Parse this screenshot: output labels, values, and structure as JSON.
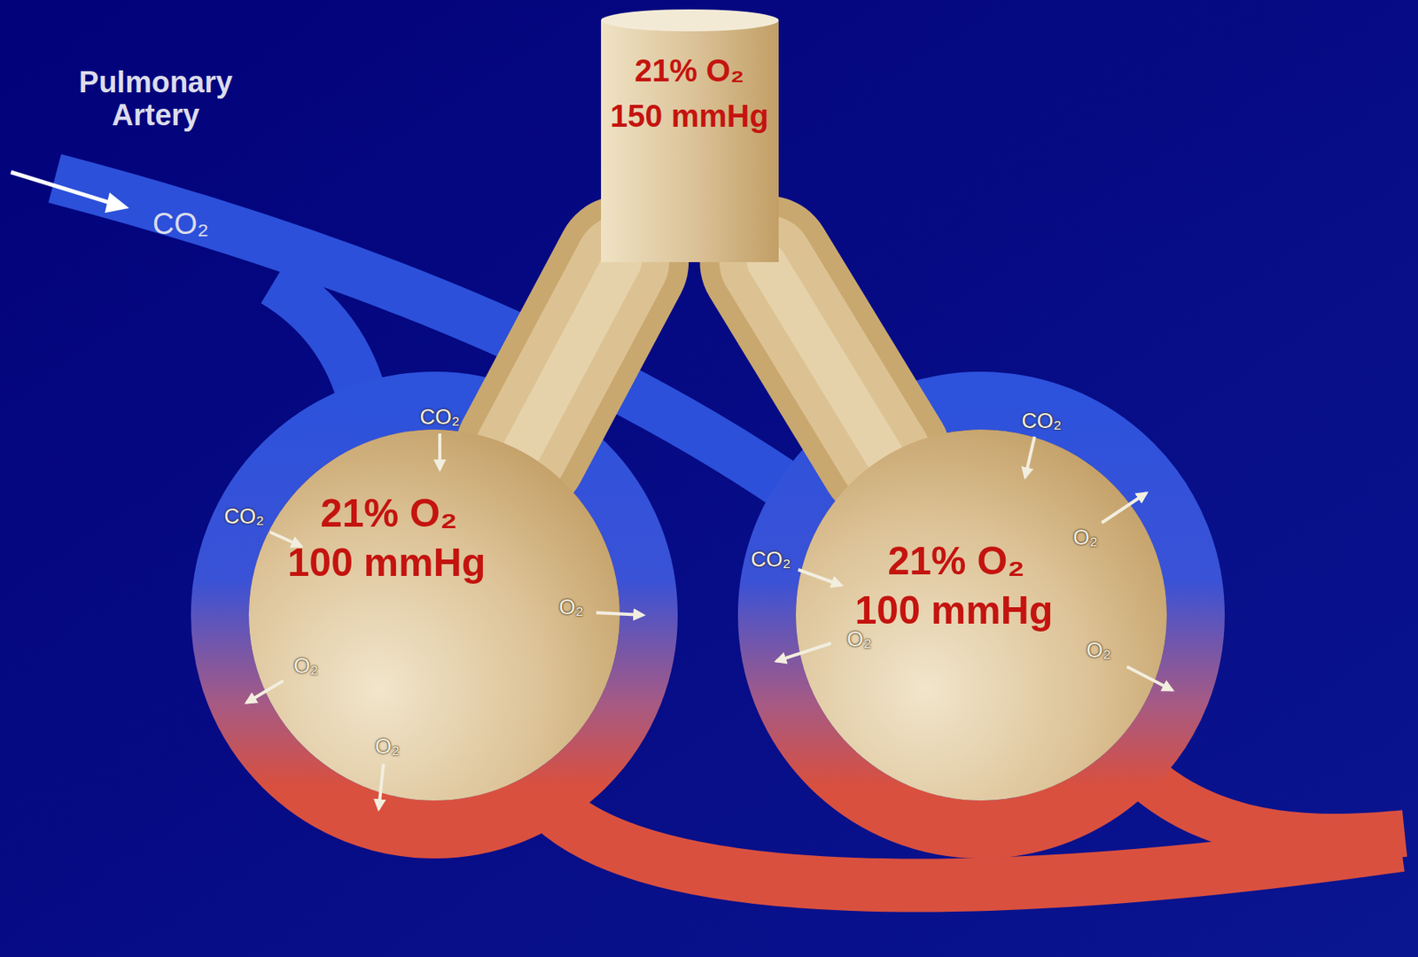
{
  "diagram": {
    "nodes": [
      {
        "text": [
          "21% O₂",
          "150 mmHg"
        ]
      },
      {
        "text": [
          "21% O₂",
          "100 mmHg"
        ]
      },
      {
        "text": [
          "21% O₂",
          "100 mmHg"
        ]
      }
    ],
    "edges": [
      {
        "from": 0,
        "to": 1,
        "arrow": "none"
      },
      {
        "from": 0,
        "to": 2,
        "arrow": "none"
      }
    ],
    "labels": [
      "Pulmonary Artery",
      "CO₂",
      "CO₂",
      "CO₂",
      "O₂",
      "O₂",
      "O₂",
      "CO₂",
      "CO₂",
      "O₂",
      "O₂",
      "O₂"
    ]
  }
}
